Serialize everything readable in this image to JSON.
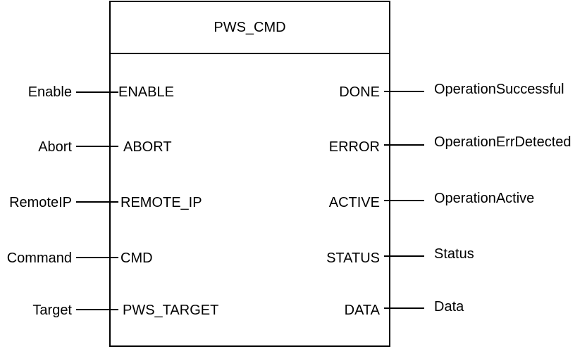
{
  "block": {
    "title": "PWS_CMD"
  },
  "inputs": [
    {
      "external": "Enable",
      "pin": "ENABLE"
    },
    {
      "external": "Abort",
      "pin": "ABORT"
    },
    {
      "external": "RemoteIP",
      "pin": "REMOTE_IP"
    },
    {
      "external": "Command",
      "pin": "CMD"
    },
    {
      "external": "Target",
      "pin": "PWS_TARGET"
    }
  ],
  "outputs": [
    {
      "pin": "DONE",
      "external": "OperationSuccessful"
    },
    {
      "pin": "ERROR",
      "external": "OperationErrDetected"
    },
    {
      "pin": "ACTIVE",
      "external": "OperationActive"
    },
    {
      "pin": "STATUS",
      "external": "Status"
    },
    {
      "pin": "DATA",
      "external": "Data"
    }
  ]
}
